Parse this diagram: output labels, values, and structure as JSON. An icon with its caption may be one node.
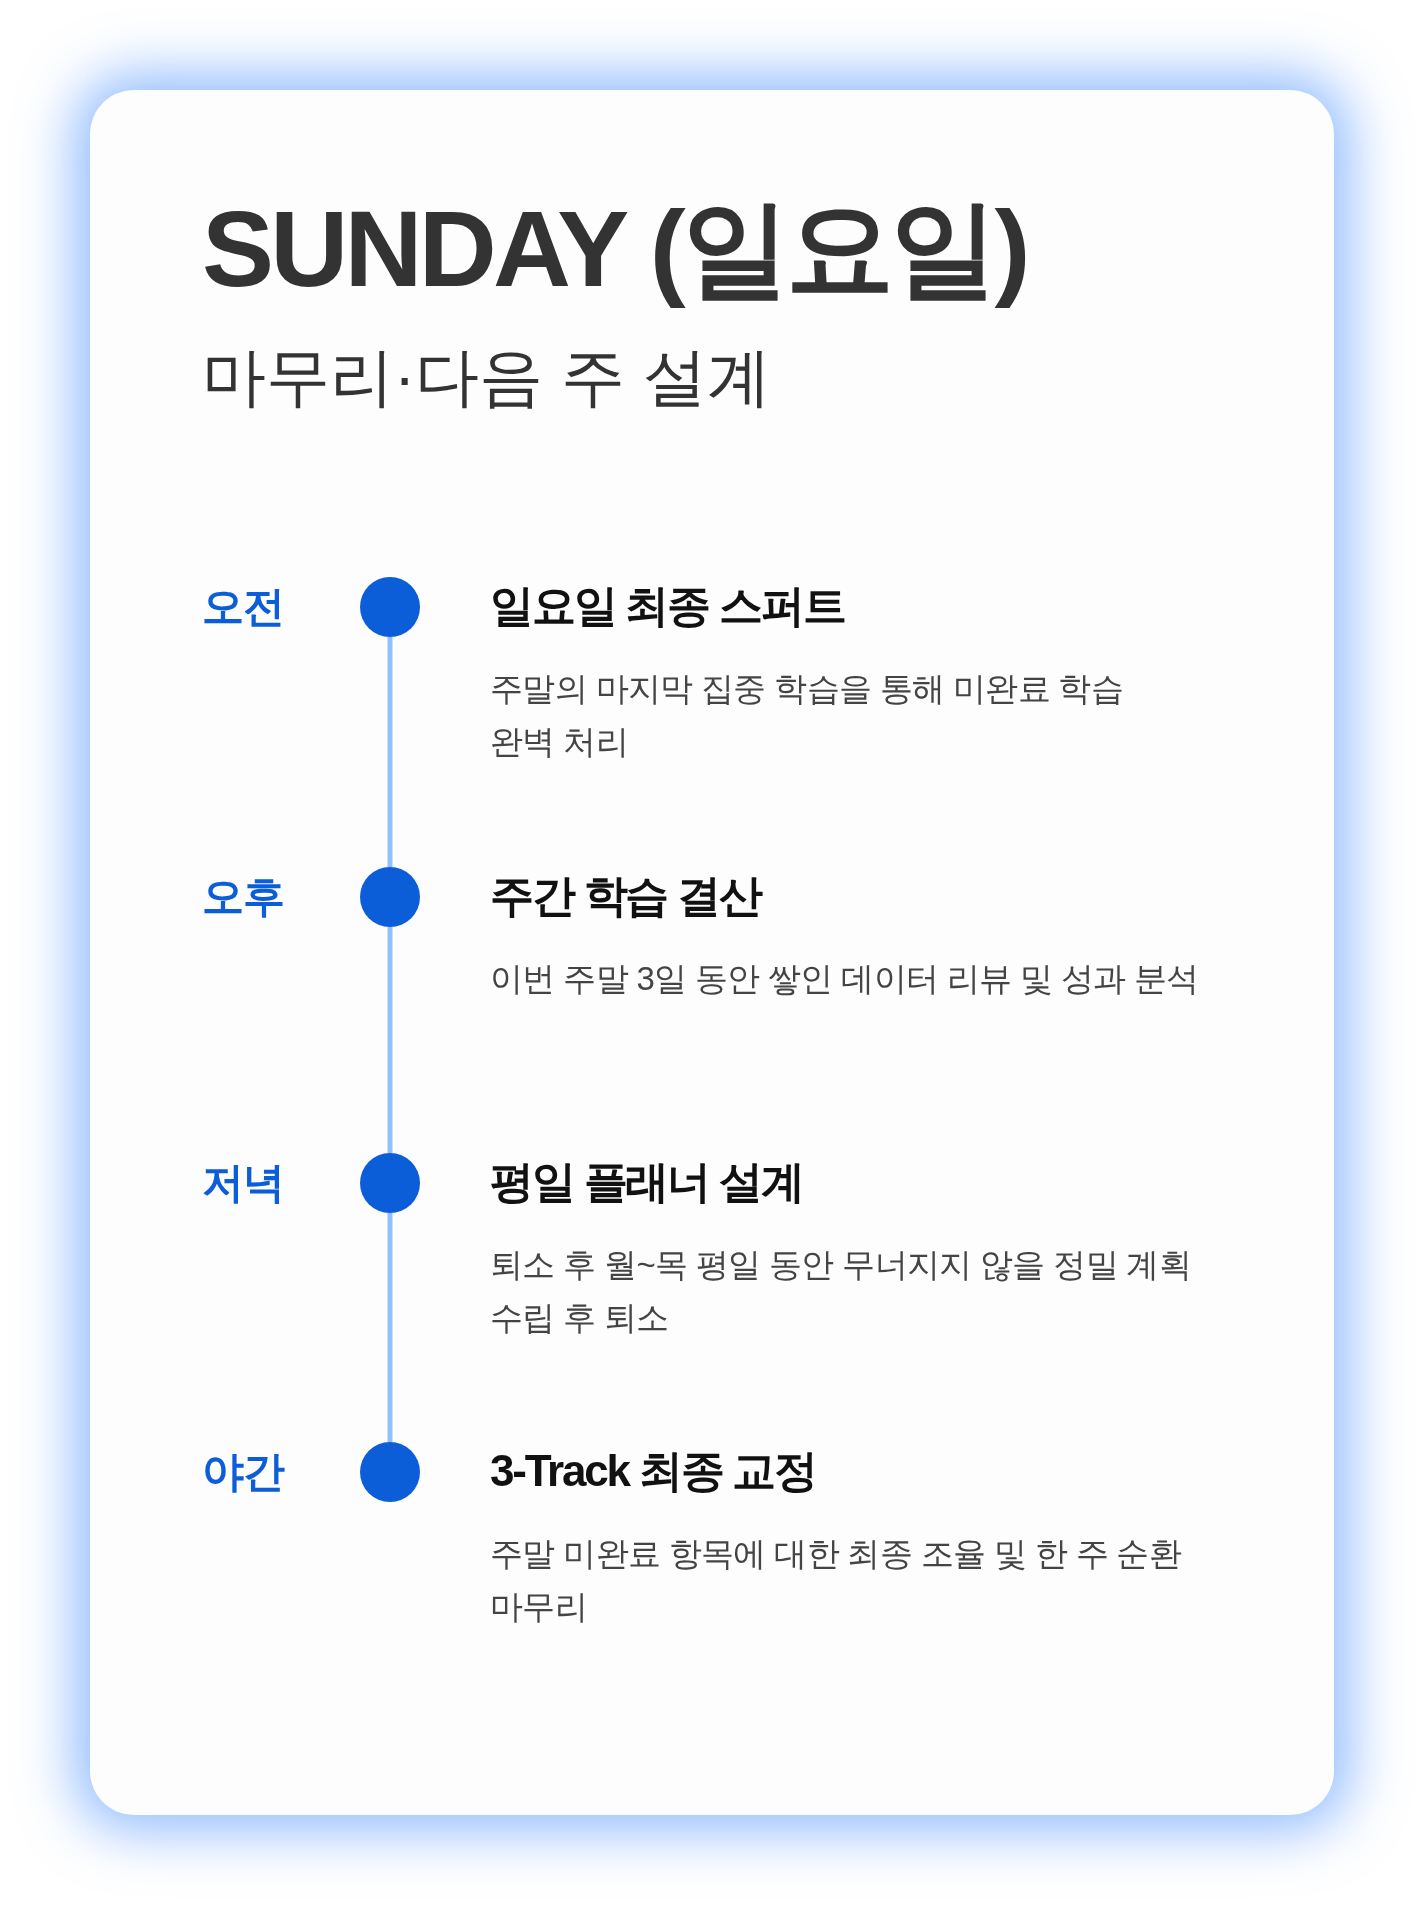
{
  "diagram": {
    "title": "SUNDAY (일요일)",
    "nodes": [
      {
        "text": [],
        "shape": "circle",
        "beside": [
          "오전",
          "일요일 최종 스퍼트",
          "주말의 마지막 집중 학습을 통해 미완료 학습 완벽 처리"
        ]
      },
      {
        "text": [],
        "shape": "circle",
        "beside": [
          "오후",
          "주간 학습 결산",
          "이번 주말 3일 동안 쌓인 데이터 리뷰 및 성과 분석"
        ]
      },
      {
        "text": [],
        "shape": "circle",
        "beside": [
          "저녁",
          "평일 플래너 설계",
          "퇴소 후 월~목 평일 동안 무너지지 않을 정밀 계획 수립 후 퇴소"
        ]
      },
      {
        "text": [],
        "shape": "circle",
        "beside": [
          "야간",
          "3-Track 최종 교정",
          "주말 미완료 항목에 대한 최종 조율 및 한 주 순환 마무리"
        ]
      }
    ],
    "edges": [
      {
        "from": 0,
        "to": 1,
        "arrow": "none"
      },
      {
        "from": 1,
        "to": 2,
        "arrow": "none"
      },
      {
        "from": 2,
        "to": 3,
        "arrow": "none"
      }
    ],
    "labels": [
      "마무리·다음 주 설계"
    ]
  }
}
